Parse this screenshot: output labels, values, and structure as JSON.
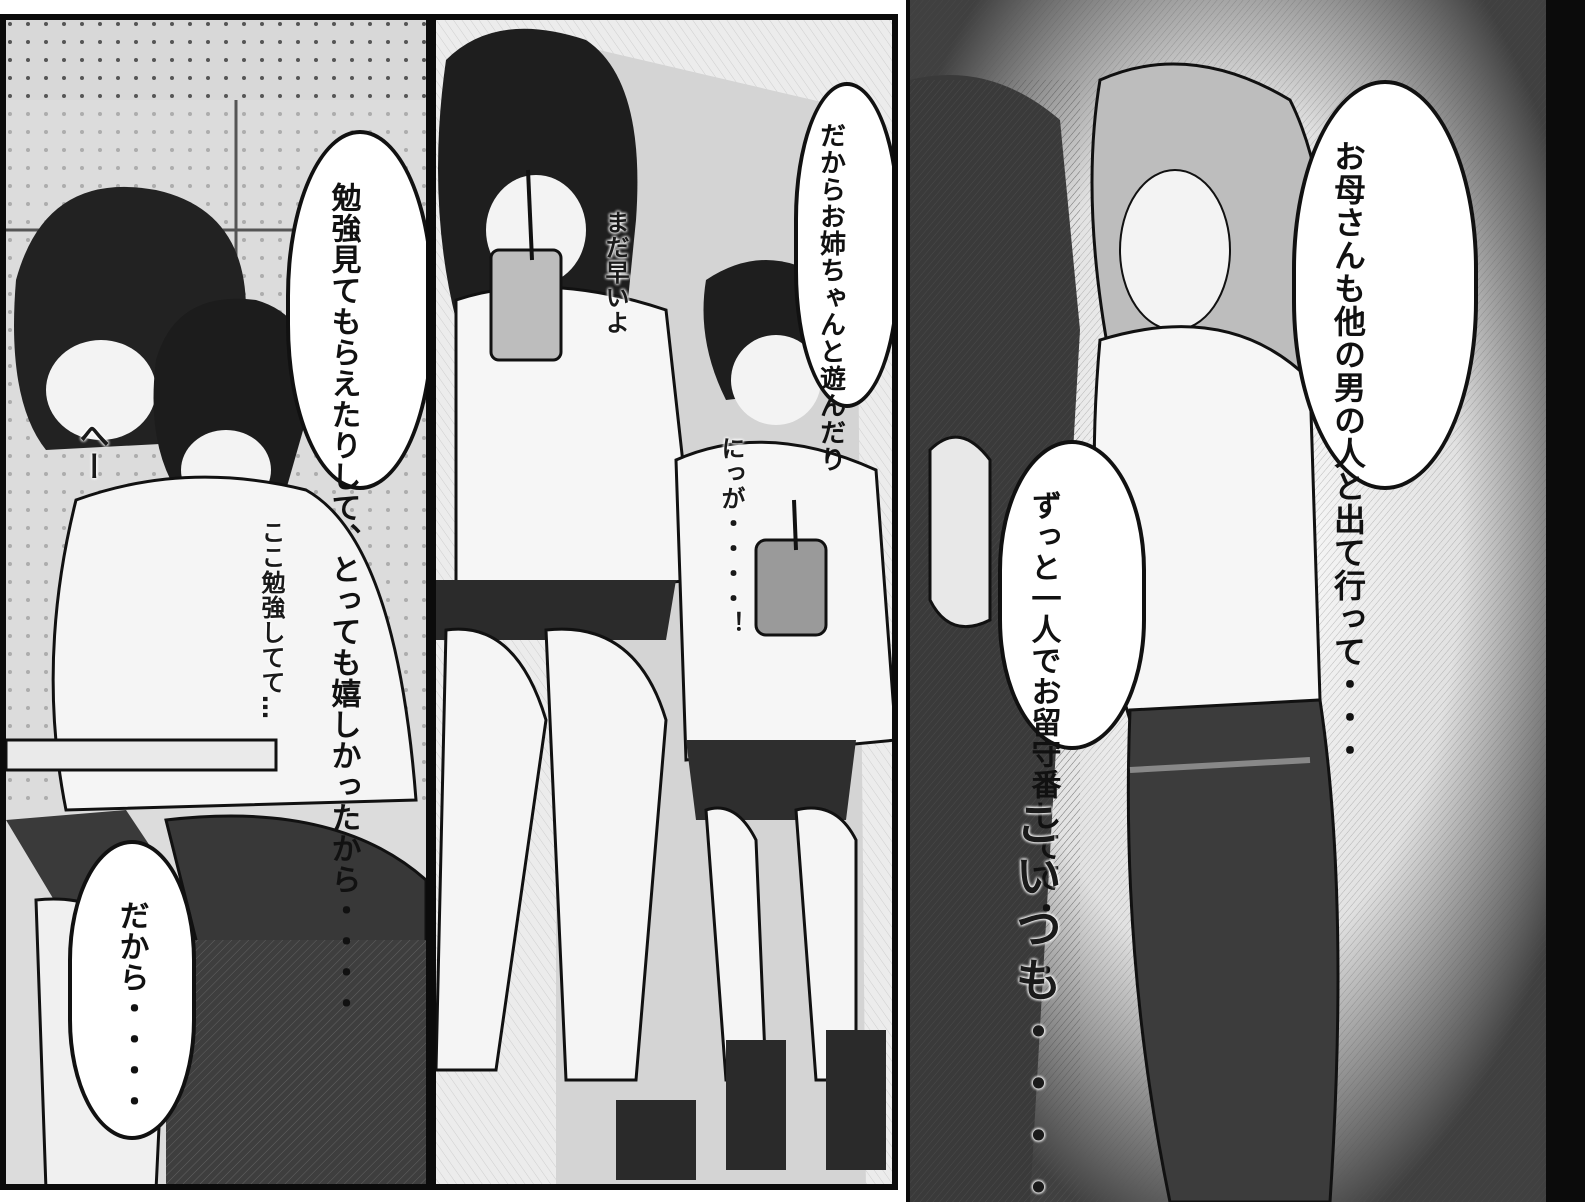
{
  "panels": {
    "left": {
      "sfx_hee": "へー",
      "caption": "ここ勉強してて…",
      "bubble_main": "勉強見てもらえたりして、とっても嬉しかったから・・・・",
      "bubble_bottom": "だから・・・・"
    },
    "middle": {
      "caption_early": "まだ早いよ",
      "bubble_top": "だからお姉ちゃんと遊んだり",
      "sfx_nigai": "にっが・・・・！"
    },
    "right": {
      "bubble_top": "お母さんも他の男の人と出て行って・・・",
      "bubble_middle": "ずっと一人でお留守番してて・・・",
      "big_text": "こいつも・・・・"
    }
  },
  "colors": {
    "ink": "#111111",
    "paper": "#ffffff",
    "tone_light": "#d8d8d8",
    "tone_dark": "#3a3a3a"
  }
}
